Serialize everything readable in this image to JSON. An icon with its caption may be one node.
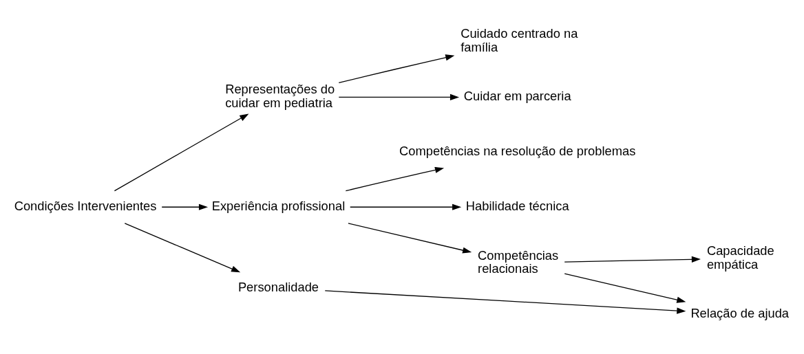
{
  "diagram": {
    "nodes": [
      {
        "text": [
          "Condições Intervenientes"
        ]
      },
      {
        "text": [
          "Representações do cuidar em pediatria"
        ]
      },
      {
        "text": [
          "Experiência profissional"
        ]
      },
      {
        "text": [
          "Personalidade"
        ]
      },
      {
        "text": [
          "Cuidado centrado na família"
        ]
      },
      {
        "text": [
          "Cuidar em parceria"
        ]
      },
      {
        "text": [
          "Competências na resolução de problemas"
        ]
      },
      {
        "text": [
          "Habilidade técnica"
        ]
      },
      {
        "text": [
          "Competências relacionais"
        ]
      },
      {
        "text": [
          "Capacidade empática"
        ]
      },
      {
        "text": [
          "Relação de ajuda"
        ]
      }
    ],
    "edges": [
      {
        "from": 0,
        "to": 1,
        "arrow": "to"
      },
      {
        "from": 0,
        "to": 2,
        "arrow": "to"
      },
      {
        "from": 0,
        "to": 3,
        "arrow": "to"
      },
      {
        "from": 1,
        "to": 4,
        "arrow": "to"
      },
      {
        "from": 1,
        "to": 5,
        "arrow": "to"
      },
      {
        "from": 2,
        "to": 6,
        "arrow": "to"
      },
      {
        "from": 2,
        "to": 7,
        "arrow": "to"
      },
      {
        "from": 2,
        "to": 8,
        "arrow": "to"
      },
      {
        "from": 8,
        "to": 9,
        "arrow": "to"
      },
      {
        "from": 8,
        "to": 10,
        "arrow": "to"
      },
      {
        "from": 3,
        "to": 10,
        "arrow": "to"
      }
    ]
  }
}
